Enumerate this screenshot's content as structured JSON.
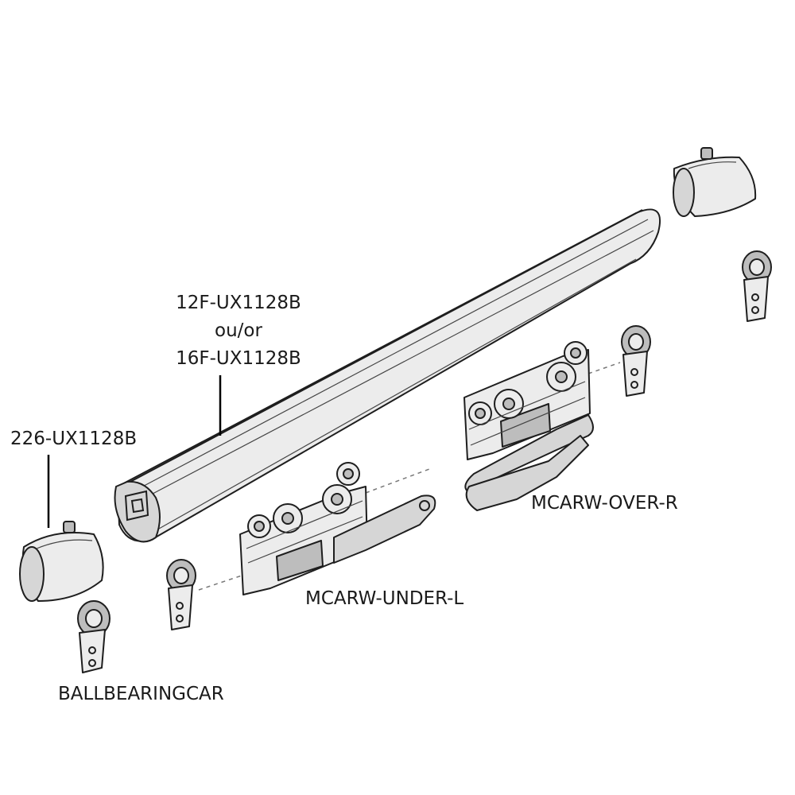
{
  "labels": {
    "tube_line1": "12F-UX1128B",
    "tube_line2": "ou/or",
    "tube_line3": "16F-UX1128B",
    "end_cap": "226-UX1128B",
    "ball_bearing": "BALLBEARINGCAR",
    "carrier_under": "MCARW-UNDER-L",
    "carrier_over": "MCARW-OVER-R"
  }
}
